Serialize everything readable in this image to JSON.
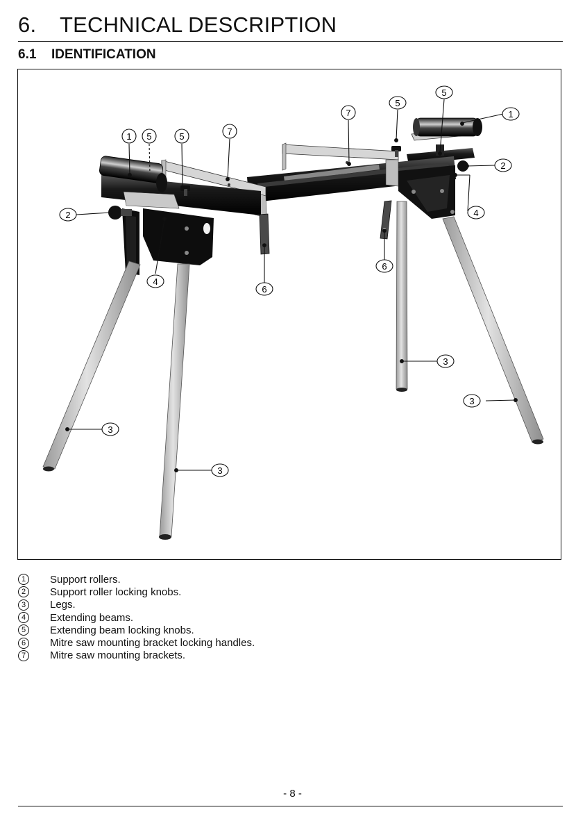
{
  "heading": {
    "number": "6.",
    "title": "TECHNICAL DESCRIPTION"
  },
  "subheading": {
    "number": "6.1",
    "title": "IDENTIFICATION"
  },
  "figure": {
    "callouts": [
      "1",
      "2",
      "3",
      "4",
      "5",
      "6",
      "7"
    ]
  },
  "legend": [
    {
      "num": "1",
      "text": "Support rollers."
    },
    {
      "num": "2",
      "text": "Support roller locking knobs."
    },
    {
      "num": "3",
      "text": "Legs."
    },
    {
      "num": "4",
      "text": "Extending beams."
    },
    {
      "num": "5",
      "text": "Extending beam locking knobs."
    },
    {
      "num": "6",
      "text": "Mitre saw mounting bracket locking handles."
    },
    {
      "num": "7",
      "text": "Mitre saw mounting brackets."
    }
  ],
  "footer": {
    "page": "- 8 -"
  },
  "colors": {
    "steel": "#1a1a1a",
    "leg": "#cfcfcf",
    "bracket": "#d6d6d6",
    "line": "#111111"
  }
}
